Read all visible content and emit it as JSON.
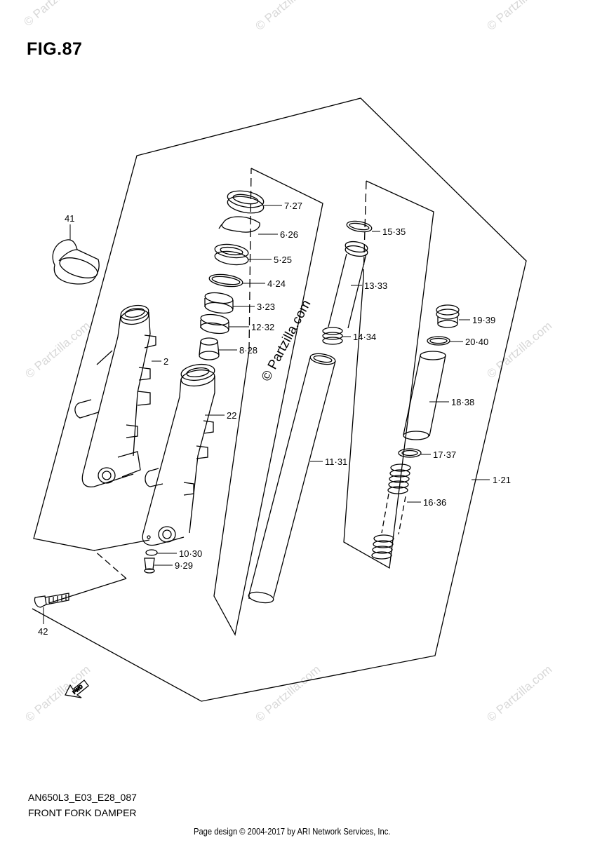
{
  "figure": {
    "title": "FIG.87",
    "code": "AN650L3_E03_E28_087",
    "caption": "FRONT FORK DAMPER",
    "credit": "Page design © 2004-2017 by ARI Network Services, Inc."
  },
  "watermark": {
    "text": "© Partzilla.com",
    "color": "#d8d8d8"
  },
  "direction_arrow": {
    "text": "FWD"
  },
  "callouts": [
    {
      "id": "c-7-27",
      "text": "7·27"
    },
    {
      "id": "c-6-26",
      "text": "6·26"
    },
    {
      "id": "c-5-25",
      "text": "5·25"
    },
    {
      "id": "c-4-24",
      "text": "4·24"
    },
    {
      "id": "c-3-23",
      "text": "3·23"
    },
    {
      "id": "c-12-32",
      "text": "12·32"
    },
    {
      "id": "c-8-28",
      "text": "8·28"
    },
    {
      "id": "c-2",
      "text": "2"
    },
    {
      "id": "c-22",
      "text": "22"
    },
    {
      "id": "c-41",
      "text": "41"
    },
    {
      "id": "c-15-35",
      "text": "15·35"
    },
    {
      "id": "c-13-33",
      "text": "13·33"
    },
    {
      "id": "c-14-34",
      "text": "14·34"
    },
    {
      "id": "c-11-31",
      "text": "11·31"
    },
    {
      "id": "c-19-39",
      "text": "19·39"
    },
    {
      "id": "c-20-40",
      "text": "20·40"
    },
    {
      "id": "c-18-38",
      "text": "18·38"
    },
    {
      "id": "c-17-37",
      "text": "17·37"
    },
    {
      "id": "c-1-21",
      "text": "1·21"
    },
    {
      "id": "c-16-36",
      "text": "16·36"
    },
    {
      "id": "c-10-30",
      "text": "10·30"
    },
    {
      "id": "c-9-29",
      "text": "9·29"
    },
    {
      "id": "c-42",
      "text": "42"
    }
  ]
}
